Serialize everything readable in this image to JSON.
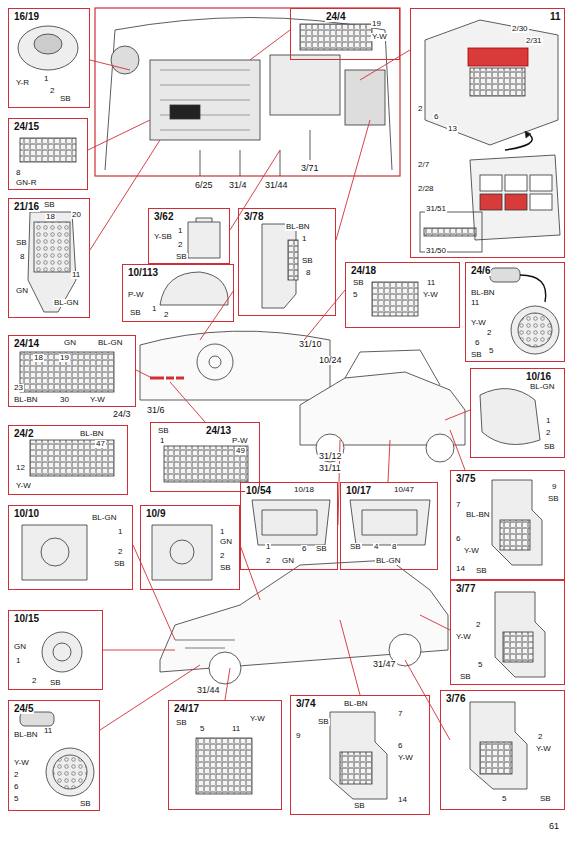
{
  "diagram": {
    "nodes": [
      {
        "text": [
          "16/19",
          "Y-R",
          "1",
          "2",
          "SB"
        ]
      },
      {
        "text": [
          "24/4",
          "19",
          "Y-W"
        ]
      },
      {
        "text": [
          "11",
          "2/30",
          "2/31",
          "2",
          "6",
          "13",
          "2/7",
          "2/28",
          "31/51",
          "31/50"
        ]
      },
      {
        "text": [
          "24/15",
          "8",
          "GN-R"
        ]
      },
      {
        "text": [
          "21/16",
          "SB",
          "18",
          "20",
          "SB",
          "8",
          "11",
          "GN",
          "BL-GN"
        ]
      },
      {
        "text": [
          "3/62",
          "Y-SB",
          "1",
          "2",
          "SB"
        ]
      },
      {
        "text": [
          "3/78",
          "BL-BN",
          "1",
          "SB",
          "8"
        ]
      },
      {
        "text": [
          "10/113",
          "P-W",
          "1",
          "2",
          "SB"
        ]
      },
      {
        "text": [
          "24/18",
          "SB",
          "5",
          "11",
          "Y-W"
        ]
      },
      {
        "text": [
          "24/6",
          "BL-BN",
          "11",
          "Y-W",
          "2",
          "6",
          "5",
          "SB"
        ]
      },
      {
        "text": [
          "24/14",
          "GN",
          "BL-GN",
          "18",
          "19",
          "23",
          "30",
          "BL-BN",
          "Y-W"
        ]
      },
      {
        "text": [
          "24/2",
          "BL-BN",
          "47",
          "12",
          "Y-W"
        ]
      },
      {
        "text": [
          "24/13",
          "SB",
          "1",
          "P-W",
          "49"
        ]
      },
      {
        "text": [
          "10/16",
          "BL-GN",
          "1",
          "2",
          "SB"
        ]
      },
      {
        "text": [
          "10/54",
          "10/18",
          "1",
          "6",
          "SB",
          "2",
          "GN"
        ]
      },
      {
        "text": [
          "10/17",
          "10/47",
          "SB",
          "4",
          "8",
          "BL-GN"
        ]
      },
      {
        "text": [
          "3/75",
          "9",
          "SB",
          "7",
          "BL-BN",
          "6",
          "Y-W",
          "14",
          "SB"
        ]
      },
      {
        "text": [
          "10/10",
          "BL-GN",
          "1",
          "2",
          "SB"
        ]
      },
      {
        "text": [
          "10/9",
          "1",
          "GN",
          "2",
          "SB"
        ]
      },
      {
        "text": [
          "3/77",
          "2",
          "Y-W",
          "5",
          "SB"
        ]
      },
      {
        "text": [
          "10/15",
          "GN",
          "1",
          "2",
          "SB"
        ]
      },
      {
        "text": [
          "24/5",
          "BL-BN",
          "11",
          "Y-W",
          "2",
          "6",
          "5",
          "SB"
        ]
      },
      {
        "text": [
          "24/17",
          "SB",
          "5",
          "11",
          "Y-W"
        ]
      },
      {
        "text": [
          "3/74",
          "BL-BN",
          "7",
          "SB",
          "9",
          "6",
          "Y-W",
          "SB",
          "14"
        ]
      },
      {
        "text": [
          "3/76",
          "2",
          "Y-W",
          "5",
          "SB"
        ]
      }
    ],
    "labels": [
      "6/25",
      "31/4",
      "31/44",
      "3/71",
      "31/6",
      "24/3",
      "31/10",
      "10/24",
      "31/12",
      "31/11",
      "31/44",
      "31/47",
      "61"
    ]
  }
}
